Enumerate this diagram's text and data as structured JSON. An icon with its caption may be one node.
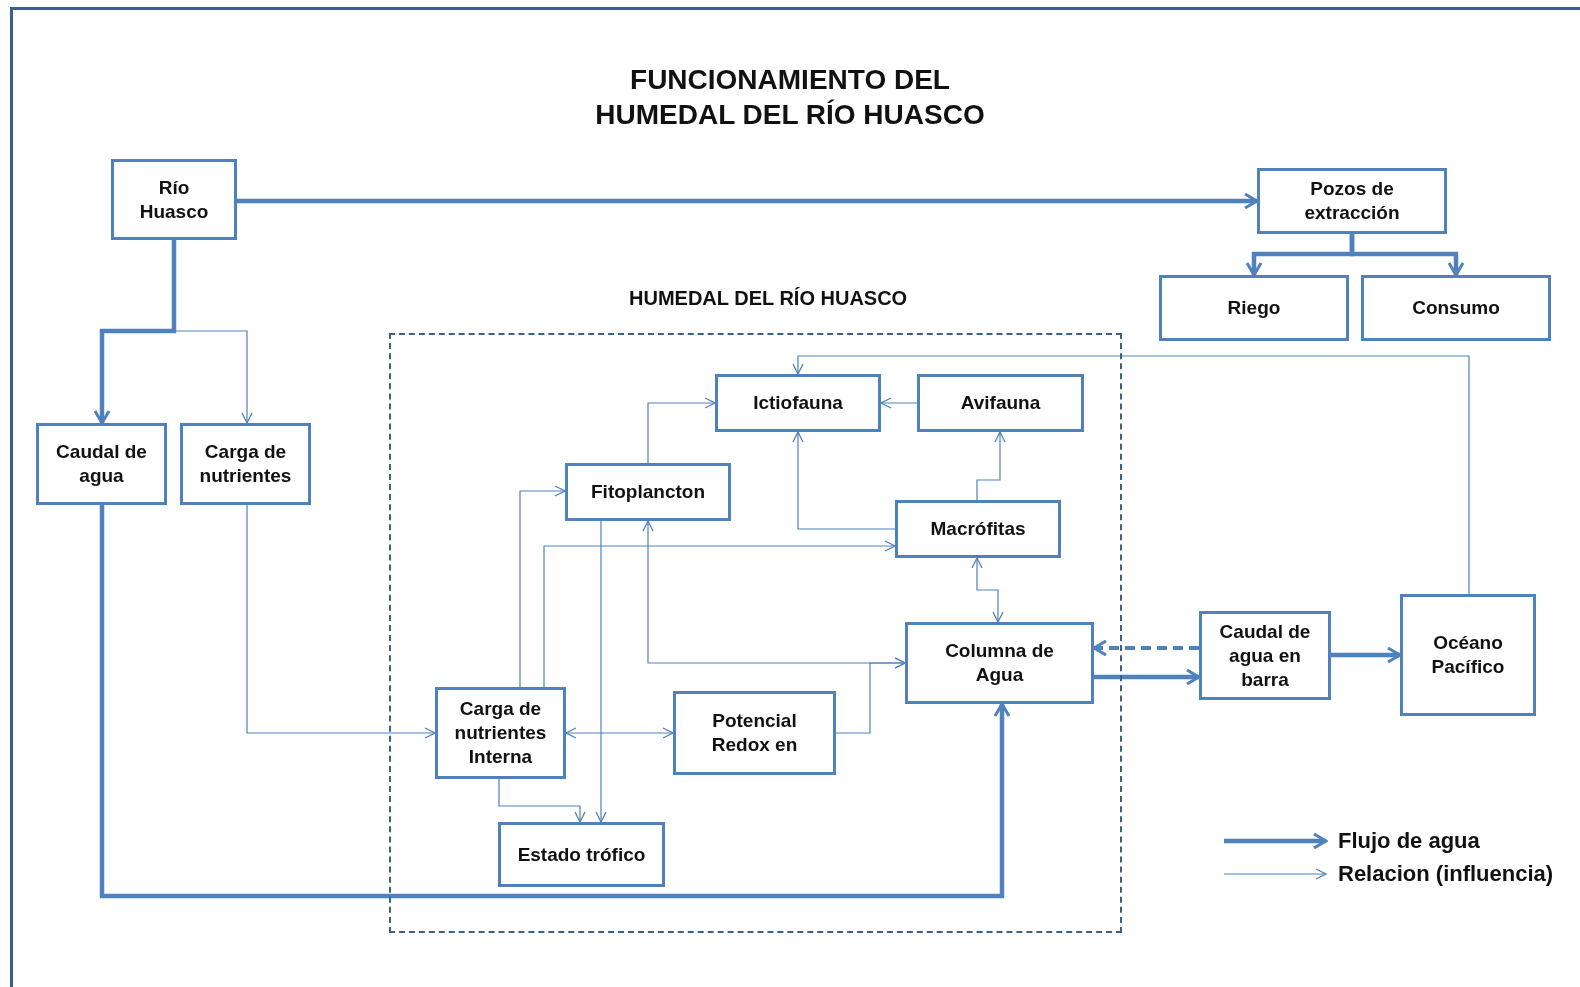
{
  "diagram": {
    "title": "FUNCIONAMIENTO DEL HUMEDAL DEL RÍO HUASCO",
    "nodes": [
      {
        "text": [
          "Río Huasco"
        ]
      },
      {
        "text": [
          "Pozos de extracción"
        ]
      },
      {
        "text": [
          "Riego"
        ]
      },
      {
        "text": [
          "Consumo"
        ]
      },
      {
        "text": [
          "HUMEDAL DEL RÍO HUASCO"
        ]
      },
      {
        "text": [
          "Caudal de agua"
        ]
      },
      {
        "text": [
          "Carga de nutrientes"
        ]
      },
      {
        "text": [
          "Ictiofauna"
        ],
        "in": 4
      },
      {
        "text": [
          "Avifauna"
        ],
        "in": 4
      },
      {
        "text": [
          "Fitoplancton"
        ],
        "in": 4
      },
      {
        "text": [
          "Macrófitas"
        ],
        "in": 4
      },
      {
        "text": [
          "Columna de Agua"
        ],
        "in": 4
      },
      {
        "text": [
          "Carga de nutrientes Interna"
        ],
        "in": 4
      },
      {
        "text": [
          "Potencial Redox en"
        ],
        "in": 4
      },
      {
        "text": [
          "Estado trófico"
        ],
        "in": 4
      },
      {
        "text": [
          "Caudal de agua en barra"
        ]
      },
      {
        "text": [
          "Océano Pacífico"
        ]
      }
    ],
    "edges": [
      {
        "from": 0,
        "to": 1,
        "arrow": "to",
        "style": "thick"
      },
      {
        "from": 1,
        "to": 2,
        "arrow": "to",
        "style": "thick"
      },
      {
        "from": 1,
        "to": 3,
        "arrow": "to",
        "style": "thick"
      },
      {
        "from": 0,
        "to": 5,
        "arrow": "to",
        "style": "thick"
      },
      {
        "from": 0,
        "to": 6,
        "arrow": "to"
      },
      {
        "from": 5,
        "to": 11,
        "arrow": "to",
        "style": "thick"
      },
      {
        "from": 6,
        "to": 12,
        "arrow": "to"
      },
      {
        "from": 12,
        "to": 9,
        "arrow": "to"
      },
      {
        "from": 12,
        "to": 10,
        "arrow": "to"
      },
      {
        "from": 9,
        "to": 7,
        "arrow": "to"
      },
      {
        "from": 8,
        "to": 7,
        "arrow": "to"
      },
      {
        "from": 10,
        "to": 7,
        "arrow": "to"
      },
      {
        "from": 10,
        "to": 8,
        "arrow": "to"
      },
      {
        "from": 9,
        "to": 11,
        "arrow": "both"
      },
      {
        "from": 10,
        "to": 11,
        "arrow": "both"
      },
      {
        "from": 12,
        "to": 13,
        "arrow": "both"
      },
      {
        "from": 13,
        "to": 11,
        "arrow": "to"
      },
      {
        "from": 12,
        "to": 14,
        "arrow": "to"
      },
      {
        "from": 9,
        "to": 14,
        "arrow": "to"
      },
      {
        "from": 11,
        "to": 15,
        "arrow": "to",
        "style": "thick"
      },
      {
        "from": 15,
        "to": 11,
        "arrow": "to",
        "style": "dashed"
      },
      {
        "from": 15,
        "to": 16,
        "arrow": "to",
        "style": "thick"
      },
      {
        "from": 16,
        "to": 7,
        "arrow": "to"
      }
    ],
    "legend": [
      {
        "text": "Flujo de agua"
      },
      {
        "text": "Relacion (influencia)"
      }
    ]
  }
}
